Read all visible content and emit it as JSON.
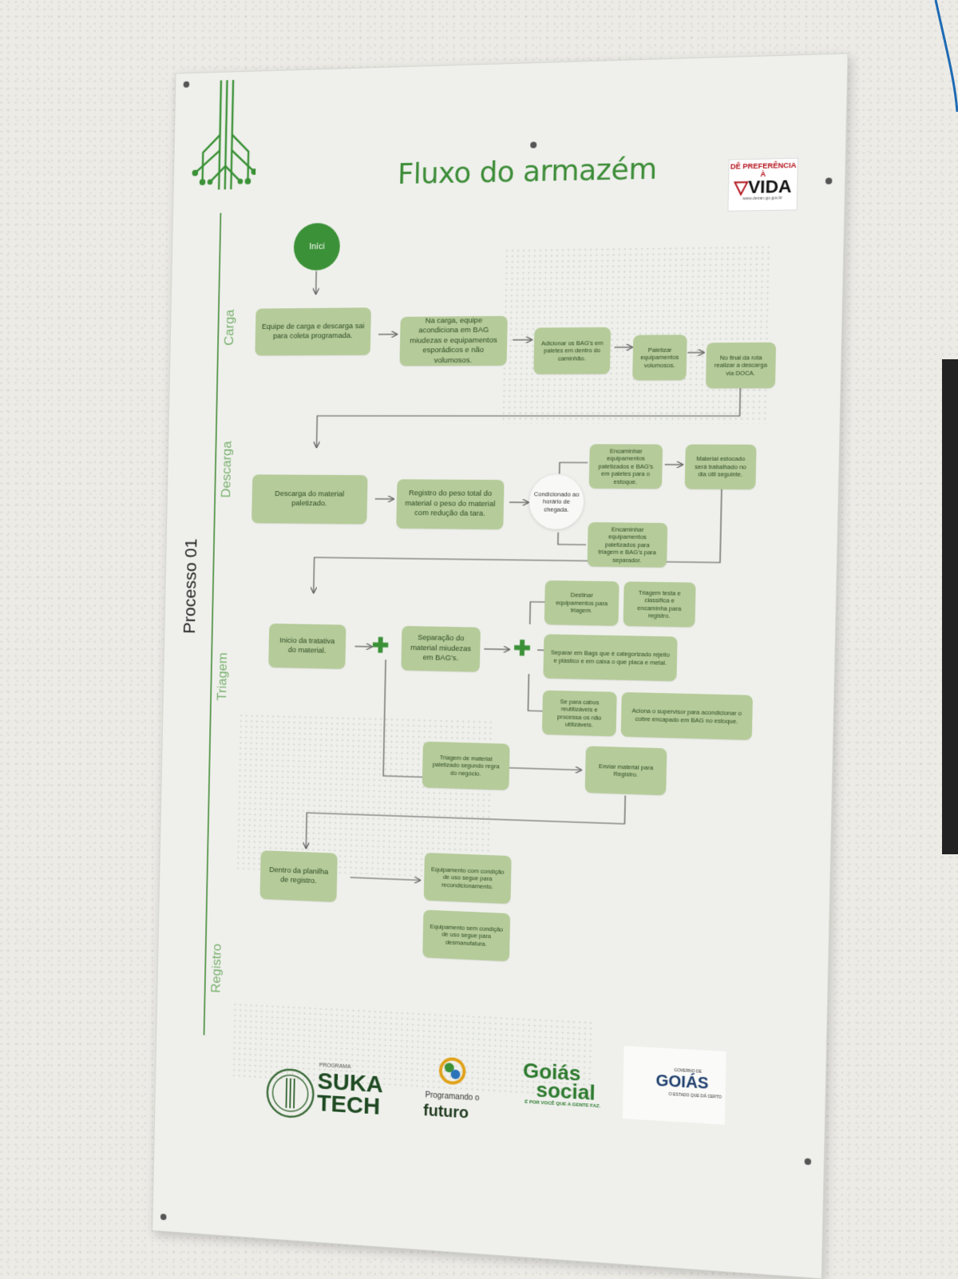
{
  "poster": {
    "title": "Fluxo do armazém",
    "process_label": "Processo 01",
    "stages": [
      "Carga",
      "Descarga",
      "Triagem",
      "Registro"
    ],
    "start_label": "Iníci",
    "badge": {
      "line1": "DÊ PREFERÊNCIA À",
      "line2": "VIDA",
      "line3": "www.detran.go.gov.br"
    }
  },
  "carga": {
    "box1": "Equipe de carga e descarga sai para coleta programada.",
    "box2": "Na carga, equipe acondiciona em BAG miudezas e equipamentos esporádicos e não volumosos.",
    "box3": "Adicionar os BAG's em paletes em dentro do caminhão.",
    "box4": "Paletizar equipamentos volumosos.",
    "box5": "No final da rota realizar a descarga via DOCA."
  },
  "descarga": {
    "box1": "Descarga do material paletizado.",
    "box2": "Registro do peso total do material o peso do material com redução da tara.",
    "condition": "Condicionado ao horário de chegada.",
    "branch_top": "Encaminhar equipamentos paletizados e BAG's em paletes para o estoque.",
    "branch_bottom": "Encaminhar equipamentos paletizados para triagem e BAG's para separador.",
    "stored": "Material estocado será trabalhado no dia útil seguinte."
  },
  "triagem": {
    "start": "Inicio da tratativa do material.",
    "separation": "Separação do material miudezas em BAG's.",
    "dest": "Destinar equipamentos para triagem.",
    "test": "Triagem testa e classifica e encaminha para registro.",
    "bags": "Separar em Bags que é categorizado rejeito e plástico e em caixa o que placa e metal.",
    "cables": "Se para cabos reutilizáveis e processa os não utilizáveis.",
    "supervisor": "Aciona o supervisor para acondicionar o cobre encapado em BAG no estoque.",
    "pallet_triage": "Triagem de material paletizado segundo regra do negócio.",
    "send": "Enviar material para Registro."
  },
  "registro": {
    "sheet": "Dentro da planilha de registro.",
    "recond": "Equipamento com condição de uso segue para recondicionamento.",
    "demanuf": "Equipamento sem condição de uso segue para desmanufatura."
  },
  "logos": {
    "suka_small": "PROGRAMA",
    "suka_line1": "SUKA",
    "suka_line2": "TECH",
    "futuro_small": "Programando o",
    "futuro_big": "futuro",
    "goias_social_1": "Goiás",
    "goias_social_2": "social",
    "goias_social_tag": "É POR VOCÊ QUE A GENTE FAZ.",
    "gov_small": "GOVERNO DE",
    "gov_big": "GOIÁS",
    "gov_tag": "O ESTADO QUE DÁ CERTO"
  },
  "colors": {
    "accent": "#3b9137",
    "box": "#b5cb99",
    "line": "#5e9a52"
  }
}
